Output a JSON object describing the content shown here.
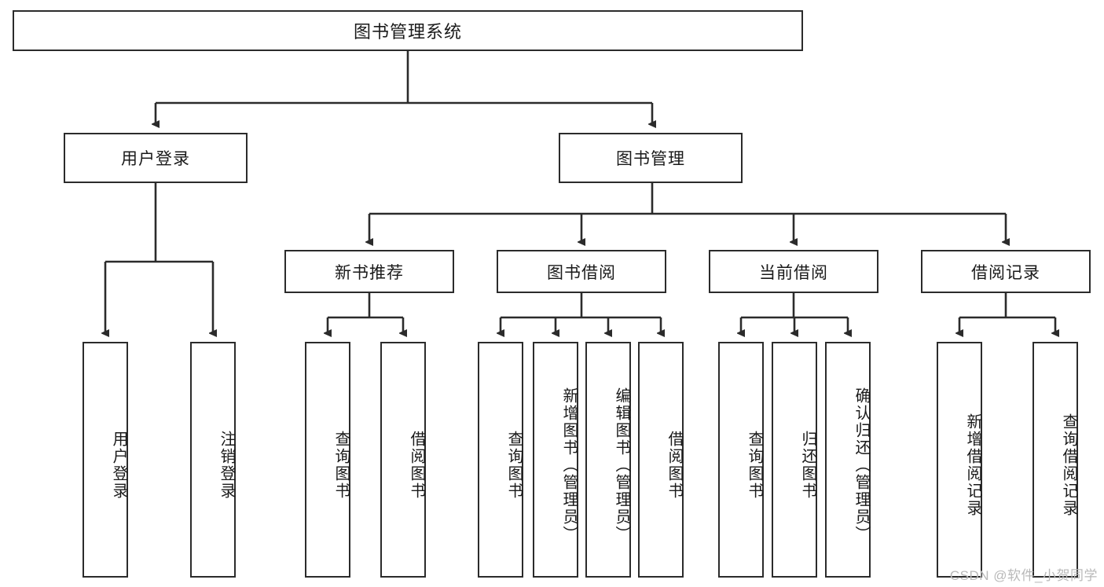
{
  "diagram": {
    "title": "图书管理系统",
    "type": "tree",
    "root": {
      "label": "图书管理系统"
    },
    "level2": [
      {
        "id": "user-login",
        "label": "用户登录"
      },
      {
        "id": "book-management",
        "label": "图书管理"
      }
    ],
    "level3": [
      {
        "id": "new-book-recommend",
        "label": "新书推荐"
      },
      {
        "id": "book-borrow",
        "label": "图书借阅"
      },
      {
        "id": "current-borrow",
        "label": "当前借阅"
      },
      {
        "id": "borrow-record",
        "label": "借阅记录"
      }
    ],
    "leaves": {
      "user_login": [
        {
          "id": "leaf-user-login",
          "label": "用户登录"
        },
        {
          "id": "leaf-logout-login",
          "label": "注销登录"
        }
      ],
      "new_book_recommend": [
        {
          "id": "leaf-query-book-1",
          "label": "查询图书"
        },
        {
          "id": "leaf-borrow-book-1",
          "label": "借阅图书"
        }
      ],
      "book_borrow": [
        {
          "id": "leaf-query-book-2",
          "label": "查询图书"
        },
        {
          "id": "leaf-add-book",
          "label": "新增图书（管理员）"
        },
        {
          "id": "leaf-edit-book",
          "label": "编辑图书（管理员）"
        },
        {
          "id": "leaf-borrow-book-2",
          "label": "借阅图书"
        }
      ],
      "current_borrow": [
        {
          "id": "leaf-query-book-3",
          "label": "查询图书"
        },
        {
          "id": "leaf-return-book",
          "label": "归还图书"
        },
        {
          "id": "leaf-confirm-return",
          "label": "确认归还（管理员）"
        }
      ],
      "borrow_record": [
        {
          "id": "leaf-add-record",
          "label": "新增借阅记录"
        },
        {
          "id": "leaf-query-record",
          "label": "查询借阅记录"
        }
      ]
    }
  },
  "watermark": {
    "text": "CSDN @软件_小贺同学"
  },
  "colors": {
    "stroke": "#2b2b2b",
    "fill": "#ffffff",
    "text": "#1a1a1a",
    "watermark": "#b9b9b9"
  }
}
